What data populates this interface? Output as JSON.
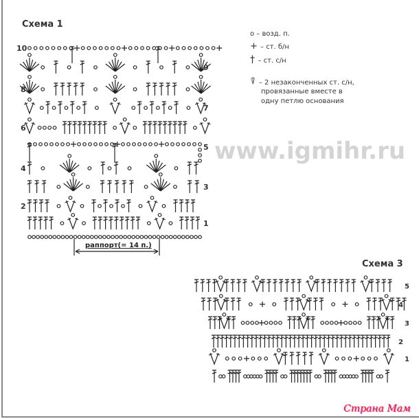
{
  "scheme1": {
    "title": "Схема 1",
    "row_numbers": [
      "10",
      "9",
      "8",
      "7",
      "6",
      "5",
      "4",
      "3",
      "2",
      "1"
    ],
    "rapport": "раппорт(= 14 п.)"
  },
  "legend": {
    "items": [
      {
        "icon": "chain-stitch-icon",
        "text": "– возд. п."
      },
      {
        "icon": "single-crochet-icon",
        "text": "– ст. б/н"
      },
      {
        "icon": "double-crochet-icon",
        "text": "– ст. с/н"
      },
      {
        "icon": "cluster-icon",
        "text": "– 2 незаконченных ст. с/н,"
      }
    ],
    "cluster_line2": "провязанные вместе в",
    "cluster_line3": "одну петлю основания"
  },
  "watermark": "www.igmihr.ru",
  "scheme3": {
    "title": "Схема 3",
    "row_numbers": [
      "5",
      "4",
      "3",
      "2",
      "1"
    ]
  },
  "logo": "Страна Мам"
}
